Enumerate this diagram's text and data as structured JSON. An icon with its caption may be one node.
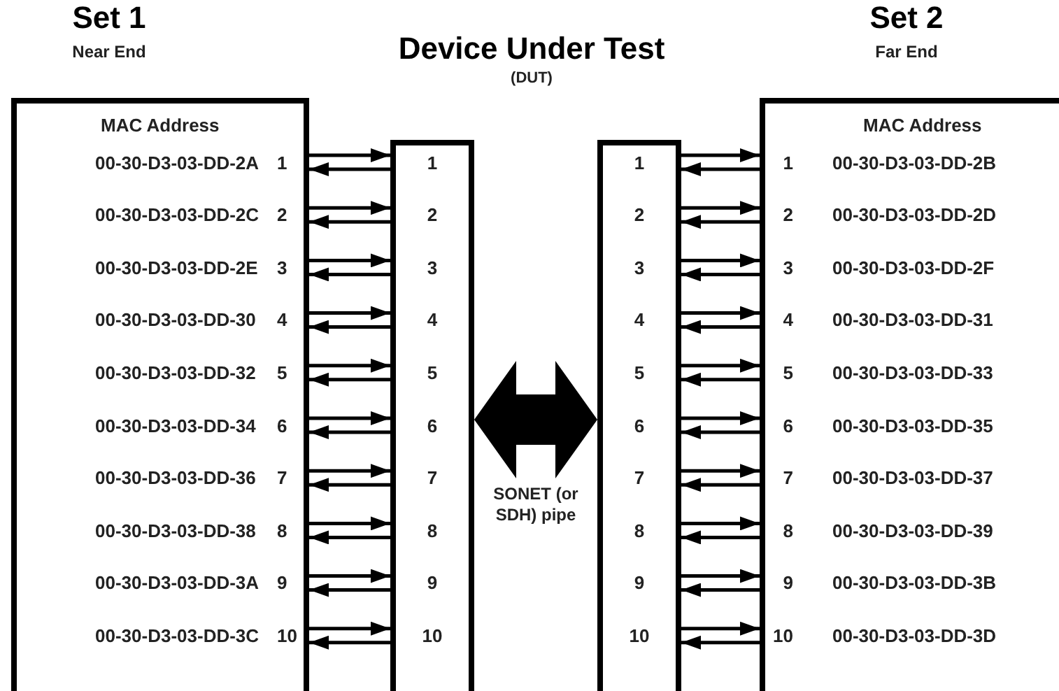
{
  "diagram": {
    "title": "Device Under Test",
    "nodes": [
      {
        "text": [
          "Set 1",
          "Near End",
          "MAC Address"
        ]
      },
      {
        "text": [
          "1"
        ],
        "in": 0,
        "beside": [
          "00-30-D3-03-DD-2A"
        ]
      },
      {
        "text": [
          "2"
        ],
        "in": 0,
        "beside": [
          "00-30-D3-03-DD-2C"
        ]
      },
      {
        "text": [
          "3"
        ],
        "in": 0,
        "beside": [
          "00-30-D3-03-DD-2E"
        ]
      },
      {
        "text": [
          "4"
        ],
        "in": 0,
        "beside": [
          "00-30-D3-03-DD-30"
        ]
      },
      {
        "text": [
          "5"
        ],
        "in": 0,
        "beside": [
          "00-30-D3-03-DD-32"
        ]
      },
      {
        "text": [
          "6"
        ],
        "in": 0,
        "beside": [
          "00-30-D3-03-DD-34"
        ]
      },
      {
        "text": [
          "7"
        ],
        "in": 0,
        "beside": [
          "00-30-D3-03-DD-36"
        ]
      },
      {
        "text": [
          "8"
        ],
        "in": 0,
        "beside": [
          "00-30-D3-03-DD-38"
        ]
      },
      {
        "text": [
          "9"
        ],
        "in": 0,
        "beside": [
          "00-30-D3-03-DD-3A"
        ]
      },
      {
        "text": [
          "10"
        ],
        "in": 0,
        "beside": [
          "00-30-D3-03-DD-3C"
        ]
      },
      {
        "text": [],
        "shape": "box"
      },
      {
        "text": [
          "1"
        ],
        "in": 11
      },
      {
        "text": [
          "2"
        ],
        "in": 11
      },
      {
        "text": [
          "3"
        ],
        "in": 11
      },
      {
        "text": [
          "4"
        ],
        "in": 11
      },
      {
        "text": [
          "5"
        ],
        "in": 11
      },
      {
        "text": [
          "6"
        ],
        "in": 11
      },
      {
        "text": [
          "7"
        ],
        "in": 11
      },
      {
        "text": [
          "8"
        ],
        "in": 11
      },
      {
        "text": [
          "9"
        ],
        "in": 11
      },
      {
        "text": [
          "10"
        ],
        "in": 11
      },
      {
        "text": [],
        "shape": "box"
      },
      {
        "text": [
          "1"
        ],
        "in": 22
      },
      {
        "text": [
          "2"
        ],
        "in": 22
      },
      {
        "text": [
          "3"
        ],
        "in": 22
      },
      {
        "text": [
          "4"
        ],
        "in": 22
      },
      {
        "text": [
          "5"
        ],
        "in": 22
      },
      {
        "text": [
          "6"
        ],
        "in": 22
      },
      {
        "text": [
          "7"
        ],
        "in": 22
      },
      {
        "text": [
          "8"
        ],
        "in": 22
      },
      {
        "text": [
          "9"
        ],
        "in": 22
      },
      {
        "text": [
          "10"
        ],
        "in": 22
      },
      {
        "text": [
          "Set 2",
          "Far End",
          "MAC Address"
        ]
      },
      {
        "text": [
          "1"
        ],
        "in": 33,
        "beside": [
          "00-30-D3-03-DD-2B"
        ]
      },
      {
        "text": [
          "2"
        ],
        "in": 33,
        "beside": [
          "00-30-D3-03-DD-2D"
        ]
      },
      {
        "text": [
          "3"
        ],
        "in": 33,
        "beside": [
          "00-30-D3-03-DD-2F"
        ]
      },
      {
        "text": [
          "4"
        ],
        "in": 33,
        "beside": [
          "00-30-D3-03-DD-31"
        ]
      },
      {
        "text": [
          "5"
        ],
        "in": 33,
        "beside": [
          "00-30-D3-03-DD-33"
        ]
      },
      {
        "text": [
          "6"
        ],
        "in": 33,
        "beside": [
          "00-30-D3-03-DD-35"
        ]
      },
      {
        "text": [
          "7"
        ],
        "in": 33,
        "beside": [
          "00-30-D3-03-DD-37"
        ]
      },
      {
        "text": [
          "8"
        ],
        "in": 33,
        "beside": [
          "00-30-D3-03-DD-39"
        ]
      },
      {
        "text": [
          "9"
        ],
        "in": 33,
        "beside": [
          "00-30-D3-03-DD-3B"
        ]
      },
      {
        "text": [
          "10"
        ],
        "in": 33,
        "beside": [
          "00-30-D3-03-DD-3D"
        ]
      }
    ],
    "edges": [
      {
        "from": 1,
        "to": 12,
        "arrow": "to"
      },
      {
        "from": 12,
        "to": 1,
        "arrow": "to"
      },
      {
        "from": 2,
        "to": 13,
        "arrow": "to"
      },
      {
        "from": 13,
        "to": 2,
        "arrow": "to"
      },
      {
        "from": 3,
        "to": 14,
        "arrow": "to"
      },
      {
        "from": 14,
        "to": 3,
        "arrow": "to"
      },
      {
        "from": 4,
        "to": 15,
        "arrow": "to"
      },
      {
        "from": 15,
        "to": 4,
        "arrow": "to"
      },
      {
        "from": 5,
        "to": 16,
        "arrow": "to"
      },
      {
        "from": 16,
        "to": 5,
        "arrow": "to"
      },
      {
        "from": 6,
        "to": 17,
        "arrow": "to"
      },
      {
        "from": 17,
        "to": 6,
        "arrow": "to"
      },
      {
        "from": 7,
        "to": 18,
        "arrow": "to"
      },
      {
        "from": 18,
        "to": 7,
        "arrow": "to"
      },
      {
        "from": 8,
        "to": 19,
        "arrow": "to"
      },
      {
        "from": 19,
        "to": 8,
        "arrow": "to"
      },
      {
        "from": 9,
        "to": 20,
        "arrow": "to"
      },
      {
        "from": 20,
        "to": 9,
        "arrow": "to"
      },
      {
        "from": 10,
        "to": 21,
        "arrow": "to"
      },
      {
        "from": 21,
        "to": 10,
        "arrow": "to"
      },
      {
        "from": 11,
        "to": 22,
        "arrow": "both",
        "style": "thick",
        "label": "SONET (or SDH) pipe"
      },
      {
        "from": 23,
        "to": 34,
        "arrow": "to"
      },
      {
        "from": 34,
        "to": 23,
        "arrow": "to"
      },
      {
        "from": 24,
        "to": 35,
        "arrow": "to"
      },
      {
        "from": 35,
        "to": 24,
        "arrow": "to"
      },
      {
        "from": 25,
        "to": 36,
        "arrow": "to"
      },
      {
        "from": 36,
        "to": 25,
        "arrow": "to"
      },
      {
        "from": 26,
        "to": 37,
        "arrow": "to"
      },
      {
        "from": 37,
        "to": 26,
        "arrow": "to"
      },
      {
        "from": 27,
        "to": 38,
        "arrow": "to"
      },
      {
        "from": 38,
        "to": 27,
        "arrow": "to"
      },
      {
        "from": 28,
        "to": 39,
        "arrow": "to"
      },
      {
        "from": 39,
        "to": 28,
        "arrow": "to"
      },
      {
        "from": 29,
        "to": 40,
        "arrow": "to"
      },
      {
        "from": 40,
        "to": 29,
        "arrow": "to"
      },
      {
        "from": 30,
        "to": 41,
        "arrow": "to"
      },
      {
        "from": 41,
        "to": 30,
        "arrow": "to"
      },
      {
        "from": 31,
        "to": 42,
        "arrow": "to"
      },
      {
        "from": 42,
        "to": 31,
        "arrow": "to"
      },
      {
        "from": 32,
        "to": 43,
        "arrow": "to"
      },
      {
        "from": 43,
        "to": 32,
        "arrow": "to"
      }
    ],
    "labels": [
      "(DUT)"
    ]
  }
}
